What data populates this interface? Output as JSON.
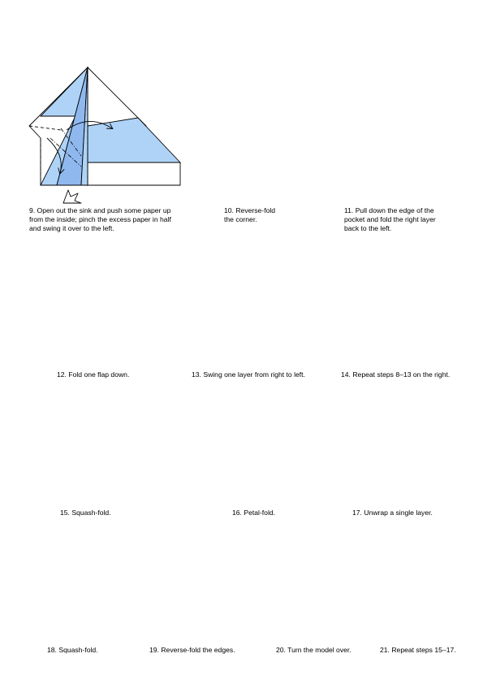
{
  "steps": [
    {
      "number": 9,
      "caption": "9. Open out the sink and push some paper up\nfrom the inside; pinch the excess paper in half\nand swing it over to the left."
    },
    {
      "number": 10,
      "caption": "10. Reverse-fold\nthe corner."
    },
    {
      "number": 11,
      "caption": "11. Pull down the edge of the\npocket and fold the right layer\nback to the left."
    },
    {
      "number": 12,
      "caption": "12. Fold one flap down."
    },
    {
      "number": 13,
      "caption": "13. Swing one layer from right to left."
    },
    {
      "number": 14,
      "caption": "14. Repeat steps 8–13 on the right."
    },
    {
      "number": 15,
      "caption": "15. Squash-fold."
    },
    {
      "number": 16,
      "caption": "16. Petal-fold."
    },
    {
      "number": 17,
      "caption": "17. Unwrap a single layer."
    },
    {
      "number": 18,
      "caption": "18. Squash-fold."
    },
    {
      "number": 19,
      "caption": "19. Reverse-fold the edges."
    },
    {
      "number": 20,
      "caption": "20. Turn the model over."
    },
    {
      "number": 21,
      "caption": "21. Repeat steps 15–17."
    }
  ],
  "colors": {
    "paper": "#ffffff",
    "color_side": "#aed3f7",
    "color_side_dark": "#8fb8ef",
    "line": "#000000"
  }
}
